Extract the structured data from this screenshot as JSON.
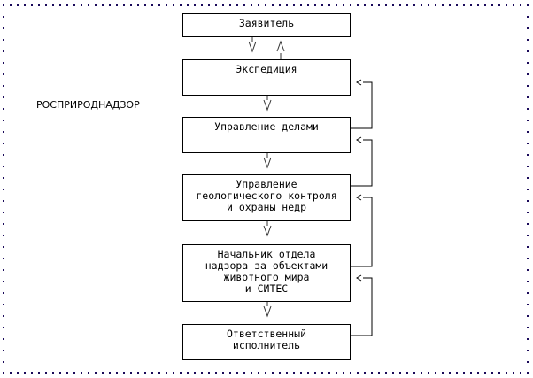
{
  "organization": "РОСПРИРОДНАДЗОР",
  "nodes": [
    {
      "id": "applicant",
      "lines": [
        "Заявитель"
      ]
    },
    {
      "id": "expedition",
      "lines": [
        "Экспедиция"
      ]
    },
    {
      "id": "affairs",
      "lines": [
        "Управление делами"
      ]
    },
    {
      "id": "geo_control",
      "lines": [
        "Управление",
        "геологического контроля",
        "и охраны недр"
      ]
    },
    {
      "id": "wildlife_head",
      "lines": [
        "Начальник отдела",
        "надзора за объектами",
        "животного мира",
        "и СИТЕС"
      ]
    },
    {
      "id": "executor",
      "lines": [
        "Ответственный",
        "исполнитель"
      ]
    }
  ],
  "edges": [
    {
      "from": "applicant",
      "to": "expedition",
      "direction": "down"
    },
    {
      "from": "expedition",
      "to": "applicant",
      "direction": "up"
    },
    {
      "from": "expedition",
      "to": "affairs",
      "direction": "down"
    },
    {
      "from": "affairs",
      "to": "geo_control",
      "direction": "down"
    },
    {
      "from": "geo_control",
      "to": "wildlife_head",
      "direction": "down"
    },
    {
      "from": "wildlife_head",
      "to": "executor",
      "direction": "down"
    },
    {
      "from": "affairs",
      "to": "expedition",
      "direction": "return"
    },
    {
      "from": "geo_control",
      "to": "affairs",
      "direction": "return"
    },
    {
      "from": "wildlife_head",
      "to": "geo_control",
      "direction": "return"
    },
    {
      "from": "executor",
      "to": "wildlife_head",
      "direction": "return"
    }
  ],
  "symbols": {
    "down_arrow": "\\/",
    "up_arrow": "/\\",
    "return_arrow": "<"
  }
}
